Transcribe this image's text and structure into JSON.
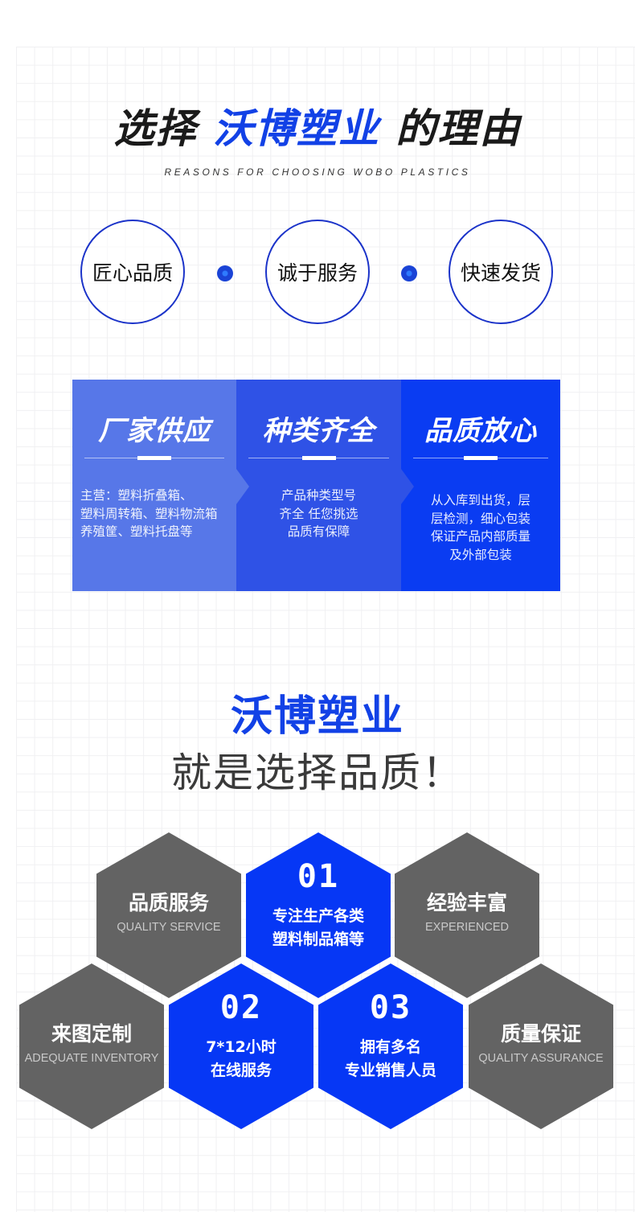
{
  "header": {
    "title_prefix": "选择",
    "title_brand": "沃博塑业",
    "title_suffix": "的理由",
    "subtitle": "REASONS FOR CHOOSING WOBO PLASTICS"
  },
  "values": [
    {
      "label": "匠心品质"
    },
    {
      "label": "诚于服务"
    },
    {
      "label": "快速发货"
    }
  ],
  "panels": [
    {
      "title": "厂家供应",
      "lines": [
        "主营：塑料折叠箱、",
        "塑料周转箱、塑料物流箱",
        "养殖筐、塑料托盘等"
      ],
      "color": "#5777e8"
    },
    {
      "title": "种类齐全",
      "lines": [
        "产品种类型号",
        "齐全 任您挑选",
        "品质有保障"
      ],
      "color": "#2f52e6"
    },
    {
      "title": "品质放心",
      "lines": [
        "从入库到出货，层",
        "层检测，细心包装",
        "保证产品内部质量",
        "及外部包装"
      ],
      "color": "#0a3cf2"
    }
  ],
  "slogan": {
    "line1": "沃博塑业",
    "line2": "就是选择品质！"
  },
  "hexagons": {
    "quality_service": {
      "name": "品质服务",
      "sub": "QUALITY SERVICE"
    },
    "item01": {
      "num": "01",
      "line1": "专注生产各类",
      "line2": "塑料制品箱等"
    },
    "experienced": {
      "name": "经验丰富",
      "sub": "EXPERIENCED"
    },
    "custom": {
      "name": "来图定制",
      "sub": "ADEQUATE INVENTORY"
    },
    "item02": {
      "num": "02",
      "line1": "7*12小时",
      "line2": "在线服务"
    },
    "item03": {
      "num": "03",
      "line1": "拥有多名",
      "line2": "专业销售人员"
    },
    "assurance": {
      "name": "质量保证",
      "sub": "QUALITY ASSURANCE"
    }
  },
  "colors": {
    "brand_blue": "#1241e6",
    "hex_blue": "#0637f5",
    "hex_gray": "#636363"
  }
}
